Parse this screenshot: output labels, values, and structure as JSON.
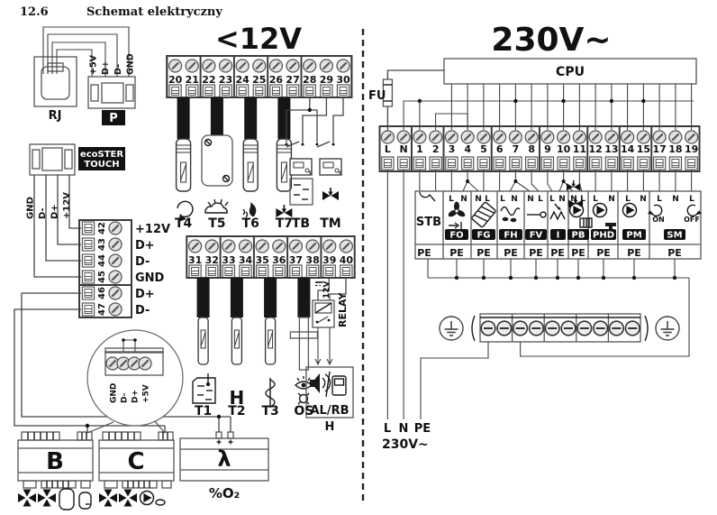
{
  "page": {
    "section_number": "12.6",
    "title": "Schemat elektryczny"
  },
  "low": {
    "heading": "<12V",
    "rj_label": "RJ",
    "p_label": "P",
    "p_pins": [
      "+5V",
      "D+",
      "D-",
      "GND"
    ],
    "ecoster_line1": "ecoSTER",
    "ecoster_line2": "TOUCH",
    "ecoster_wires": [
      "GND",
      "D-",
      "D+",
      "+12V"
    ],
    "bus_terminals": [
      {
        "num": "42",
        "label": "+12V"
      },
      {
        "num": "43",
        "label": "D+"
      },
      {
        "num": "44",
        "label": "D-"
      },
      {
        "num": "45",
        "label": "GND"
      },
      {
        "num": "46",
        "label": "D+"
      },
      {
        "num": "47",
        "label": "D-"
      }
    ],
    "mag_pins": [
      "GND",
      "D-",
      "D+",
      "+5V"
    ],
    "top_terminals": [
      "20",
      "21",
      "22",
      "23",
      "24",
      "25",
      "26",
      "27",
      "28",
      "29",
      "30"
    ],
    "top_sensors": [
      {
        "label": "T4"
      },
      {
        "label": "T5"
      },
      {
        "label": "T6"
      },
      {
        "label": "T7"
      },
      {
        "label": "TB"
      },
      {
        "label": "TM"
      }
    ],
    "mid_terminals": [
      "31",
      "32",
      "33",
      "34",
      "35",
      "36",
      "37",
      "38",
      "39",
      "40"
    ],
    "relay_label": "RELAY",
    "relay_voltage": "12V",
    "bottom_sensors": [
      {
        "label": "T1"
      },
      {
        "label": "T2"
      },
      {
        "label": "T3"
      },
      {
        "label": "OS"
      },
      {
        "label": "AL/RB"
      }
    ],
    "alrb_sub": "H",
    "modules": [
      {
        "label": "B"
      },
      {
        "label": "C"
      },
      {
        "label": "λ",
        "sub": "%O₂"
      }
    ]
  },
  "high": {
    "heading": "230V~",
    "cpu": "CPU",
    "fuse": "FU",
    "terminals": [
      "L",
      "N",
      "1",
      "2",
      "3",
      "4",
      "5",
      "6",
      "7",
      "8",
      "9",
      "10",
      "11",
      "12",
      "13",
      "14",
      "15",
      "17",
      "18",
      "19"
    ],
    "stb": "STB",
    "pe": "PE",
    "outputs": [
      {
        "code": "FO",
        "pins": [
          "L",
          "N"
        ]
      },
      {
        "code": "FG",
        "pins": [
          "N",
          "L"
        ]
      },
      {
        "code": "FH",
        "pins": [
          "L",
          "N"
        ]
      },
      {
        "code": "FV",
        "pins": [
          "N",
          "L"
        ]
      },
      {
        "code": "I",
        "pins": [
          "L",
          "N"
        ]
      },
      {
        "code": "PB",
        "pins": [
          "N",
          "L"
        ]
      },
      {
        "code": "PHD",
        "pins": [
          "L",
          "N"
        ]
      },
      {
        "code": "PM",
        "pins": [
          "L",
          "N"
        ]
      },
      {
        "code": "SM",
        "pins": [
          "L",
          "N",
          "L"
        ],
        "on": "ON",
        "off": "OFF"
      }
    ],
    "mains": {
      "l": "L",
      "n": "N",
      "pe": "PE",
      "voltage": "230V~"
    }
  }
}
